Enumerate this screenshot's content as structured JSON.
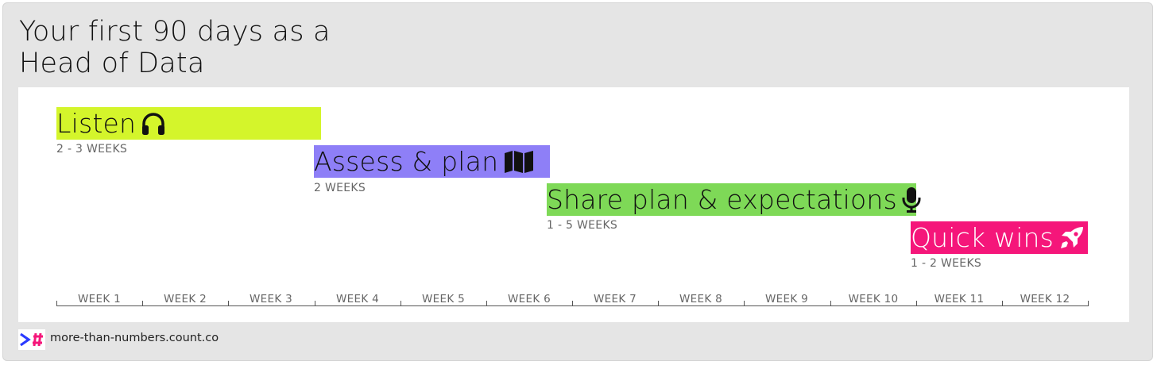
{
  "title": {
    "line1": "Your first 90 days as a",
    "line2": "Head of Data"
  },
  "phases": [
    {
      "label": "Listen",
      "duration": "2 - 3 WEEKS",
      "icon": "headphones-icon",
      "color": "#d4f52b"
    },
    {
      "label": "Assess & plan",
      "duration": "2 WEEKS",
      "icon": "map-icon",
      "color": "#8e7ff7"
    },
    {
      "label": "Share plan & expectations",
      "duration": "1 - 5 WEEKS",
      "icon": "microphone-icon",
      "color": "#7ed957"
    },
    {
      "label": "Quick wins",
      "duration": "1 - 2 WEEKS",
      "icon": "rocket-icon",
      "color": "#f5167a"
    }
  ],
  "weeks": [
    "WEEK 1",
    "WEEK 2",
    "WEEK 3",
    "WEEK 4",
    "WEEK 5",
    "WEEK 6",
    "WEEK 7",
    "WEEK 8",
    "WEEK 9",
    "WEEK 10",
    "WEEK 11",
    "WEEK 12"
  ],
  "footer": {
    "text": "more-than-numbers.count.co",
    "logo_colors": [
      "#2b3bff",
      "#f5167a"
    ]
  }
}
